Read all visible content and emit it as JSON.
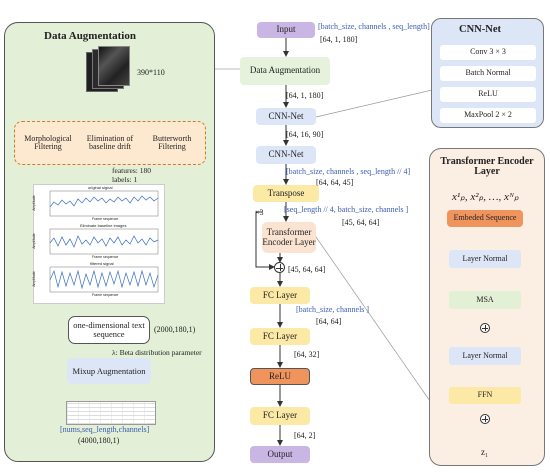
{
  "left": {
    "title": "Data   Augmentation",
    "image_size": "390*110",
    "filters": [
      "Morphological Filtering",
      "Elimination of baseline drift",
      "Butterworth Filtering"
    ],
    "features": "features: 180",
    "labels": "labels: 1",
    "plot_titles": [
      "original signal",
      "Eliminate baseline images",
      "filtered signal"
    ],
    "plot_xlabel": "Frame sequence",
    "plot_ylabel": "Amplitude",
    "text_seq": "one-dimensional text sequence",
    "text_seq_dim": "(2000,180,1)",
    "lambda_note": "λ: Beta distribution parameter",
    "mixup": "Mixup Augmentation",
    "out_shape": "[nums,seq_length,channels]",
    "out_dim": "(4000,180,1)"
  },
  "middle": {
    "input": "Input",
    "input_shape_label": "[batch_size, channels , seq_length]",
    "input_dim": "[64, 1, 180]",
    "data_aug": "Data Augmentation",
    "data_aug_dim": "[64, 1, 180]",
    "cnn1": "CNN-Net",
    "cnn1_dim": "[64, 16, 90]",
    "cnn2": "CNN-Net",
    "cnn2_shape_label": "[batch_size, channels , seq_length // 4]",
    "cnn2_dim": "[64, 64, 45]",
    "transpose": "Transpose",
    "times3": "×3",
    "transpose_shape_label": "[seq_length // 4, batch_size, channels ]",
    "transpose_dim": "[45, 64, 64]",
    "encoder": "Transformer Encoder Layer",
    "encoder_dim": "[45, 64, 64]",
    "fc1": "FC Layer",
    "fc1_shape_label": "[batch_size, channels ]",
    "fc1_dim": "[64, 64]",
    "fc2": "FC Layer",
    "fc2_dim": "[64, 32]",
    "relu": "ReLU",
    "fc3": "FC Layer",
    "fc3_dim": "[64, 2]",
    "output": "Output"
  },
  "cnn_net": {
    "title": "CNN-Net",
    "items": [
      "Conv 3 × 3",
      "Batch Normal",
      "ReLU",
      "MaxPool 2 × 2"
    ]
  },
  "transformer": {
    "title": "Transformer Encoder Layer",
    "seq": "x¹ₚ, x²ₚ, …, xᴺₚ",
    "embedded": "Embeded Sequence",
    "ln1": "Layer Normal",
    "msa": "MSA",
    "ln2": "Layer Normal",
    "ffn": "FFN",
    "out": "z₁"
  },
  "colors": {
    "purple": "#c9b6e4",
    "green_panel": "#e3efd6",
    "green_box": "#e6f2dc",
    "blue_box": "#dde6f6",
    "yellow": "#fde9a6",
    "orange": "#f6c9a8",
    "relu": "#f0945e",
    "msa": "#e2f0d5",
    "ffn": "#fde9a6"
  }
}
